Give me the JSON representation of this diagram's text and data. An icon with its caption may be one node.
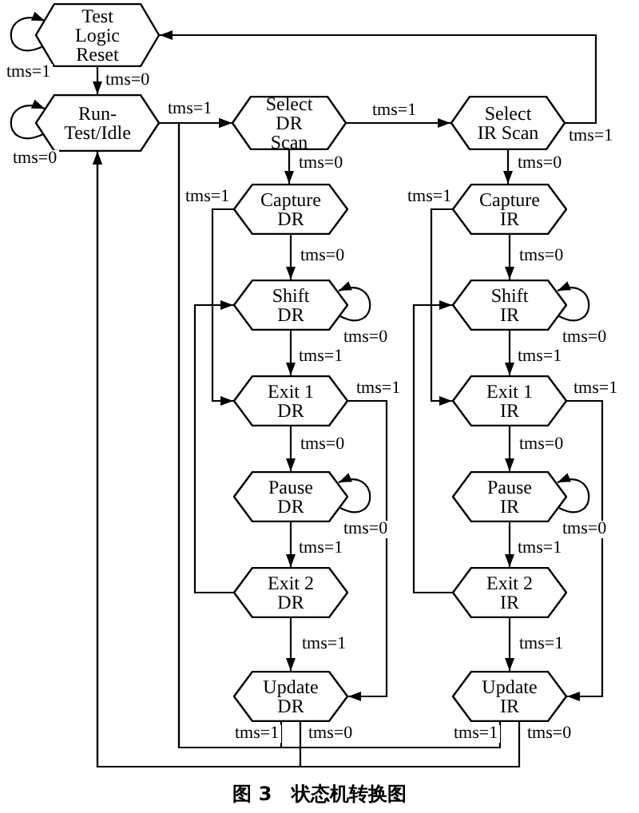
{
  "diagram": {
    "caption": "图 3　状态机转换图",
    "nodes": [
      {
        "text": [
          "Test Logic Reset"
        ]
      },
      {
        "text": [
          "Run-Test/Idle"
        ]
      },
      {
        "text": [
          "Select DR Scan"
        ]
      },
      {
        "text": [
          "Select IR Scan"
        ]
      },
      {
        "text": [
          "Capture DR"
        ]
      },
      {
        "text": [
          "Shift DR"
        ]
      },
      {
        "text": [
          "Exit 1 DR"
        ]
      },
      {
        "text": [
          "Pause DR"
        ]
      },
      {
        "text": [
          "Exit 2 DR"
        ]
      },
      {
        "text": [
          "Update DR"
        ]
      },
      {
        "text": [
          "Capture IR"
        ]
      },
      {
        "text": [
          "Shift IR"
        ]
      },
      {
        "text": [
          "Exit 1 IR"
        ]
      },
      {
        "text": [
          "Pause IR"
        ]
      },
      {
        "text": [
          "Exit 2 IR"
        ]
      },
      {
        "text": [
          "Update IR"
        ]
      }
    ],
    "edges": [
      {
        "from": 0,
        "to": 0,
        "arrow": "to",
        "label": "tms=1"
      },
      {
        "from": 0,
        "to": 1,
        "arrow": "to",
        "label": "tms=0"
      },
      {
        "from": 1,
        "to": 1,
        "arrow": "to",
        "label": "tms=0"
      },
      {
        "from": 1,
        "to": 2,
        "arrow": "to",
        "label": "tms=1"
      },
      {
        "from": 2,
        "to": 3,
        "arrow": "to",
        "label": "tms=1"
      },
      {
        "from": 3,
        "to": 0,
        "arrow": "to",
        "label": "tms=1"
      },
      {
        "from": 2,
        "to": 4,
        "arrow": "to",
        "label": "tms=0"
      },
      {
        "from": 4,
        "to": 5,
        "arrow": "to",
        "label": "tms=0"
      },
      {
        "from": 4,
        "to": 6,
        "arrow": "to",
        "label": "tms=1"
      },
      {
        "from": 5,
        "to": 5,
        "arrow": "to",
        "label": "tms=0"
      },
      {
        "from": 5,
        "to": 6,
        "arrow": "to",
        "label": "tms=1"
      },
      {
        "from": 6,
        "to": 7,
        "arrow": "to",
        "label": "tms=0"
      },
      {
        "from": 6,
        "to": 9,
        "arrow": "to",
        "label": "tms=1"
      },
      {
        "from": 7,
        "to": 7,
        "arrow": "to",
        "label": "tms=0"
      },
      {
        "from": 7,
        "to": 8,
        "arrow": "to",
        "label": "tms=1"
      },
      {
        "from": 8,
        "to": 5,
        "arrow": "to"
      },
      {
        "from": 8,
        "to": 9,
        "arrow": "to",
        "label": "tms=1"
      },
      {
        "from": 9,
        "to": 2,
        "arrow": "to",
        "label": "tms=1"
      },
      {
        "from": 9,
        "to": 1,
        "arrow": "to",
        "label": "tms=0"
      },
      {
        "from": 3,
        "to": 10,
        "arrow": "to",
        "label": "tms=0"
      },
      {
        "from": 10,
        "to": 11,
        "arrow": "to",
        "label": "tms=0"
      },
      {
        "from": 10,
        "to": 12,
        "arrow": "to",
        "label": "tms=1"
      },
      {
        "from": 11,
        "to": 11,
        "arrow": "to",
        "label": "tms=0"
      },
      {
        "from": 11,
        "to": 12,
        "arrow": "to",
        "label": "tms=1"
      },
      {
        "from": 12,
        "to": 13,
        "arrow": "to",
        "label": "tms=0"
      },
      {
        "from": 12,
        "to": 15,
        "arrow": "to",
        "label": "tms=1"
      },
      {
        "from": 13,
        "to": 13,
        "arrow": "to",
        "label": "tms=0"
      },
      {
        "from": 13,
        "to": 14,
        "arrow": "to",
        "label": "tms=1"
      },
      {
        "from": 14,
        "to": 11,
        "arrow": "to"
      },
      {
        "from": 14,
        "to": 15,
        "arrow": "to",
        "label": "tms=1"
      },
      {
        "from": 15,
        "to": 2,
        "arrow": "to",
        "label": "tms=1"
      },
      {
        "from": 15,
        "to": 1,
        "arrow": "to",
        "label": "tms=0"
      }
    ]
  }
}
